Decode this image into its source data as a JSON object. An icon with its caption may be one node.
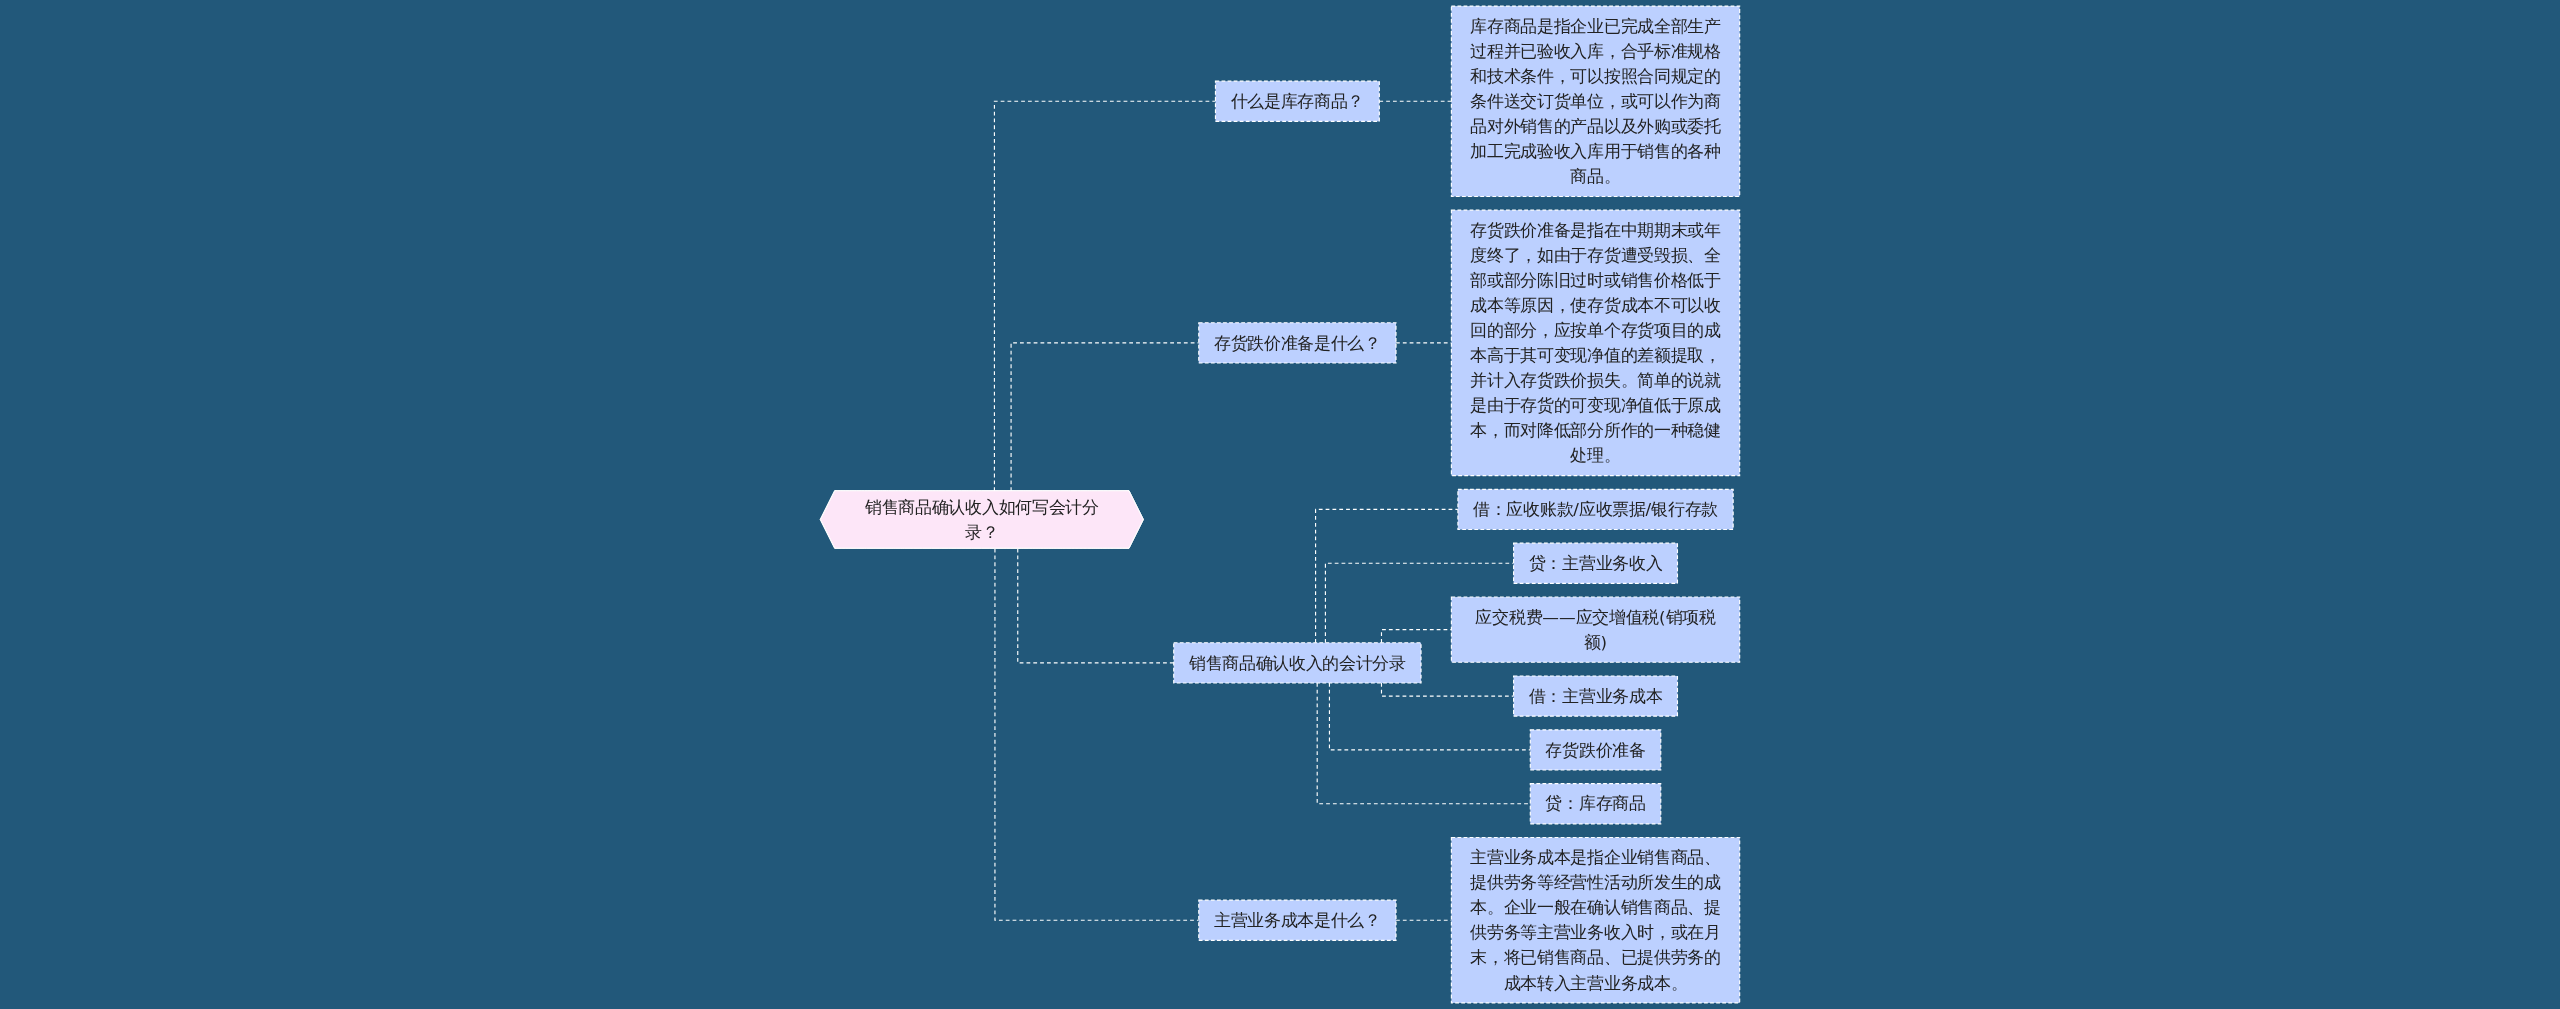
{
  "diagram": {
    "nodes": [
      {
        "text": [
          "销售商品确认收入如何写会计分录？"
        ]
      },
      {
        "text": [
          "什么是库存商品？"
        ]
      },
      {
        "text": [
          "库存商品是指企业已完成全部生产过程并已验收入库，合乎标准规格和技术条件，可以按照合同规定的条件送交订货单位，或可以作为商品对外销售的产品以及外购或委托加工完成验收入库用于销售的各种商品。"
        ]
      },
      {
        "text": [
          "存货跌价准备是什么？"
        ]
      },
      {
        "text": [
          "存货跌价准备是指在中期期末或年度终了，如由于存货遭受毁损、全部或部分陈旧过时或销售价格低于成本等原因，使存货成本不可以收回的部分，应按单个存货项目的成本高于其可变现净值的差额提取，并计入存货跌价损失。简单的说就是由于存货的可变现净值低于原成本，而对降低部分所作的一种稳健处理。"
        ]
      },
      {
        "text": [
          "销售商品确认收入的会计分录"
        ]
      },
      {
        "text": [
          "借：应收账款/应收票据/银行存款"
        ]
      },
      {
        "text": [
          "贷：主营业务收入"
        ]
      },
      {
        "text": [
          "应交税费——应交增值税(销项税额)"
        ]
      },
      {
        "text": [
          "借：主营业务成本"
        ]
      },
      {
        "text": [
          "存货跌价准备"
        ]
      },
      {
        "text": [
          "贷：库存商品"
        ]
      },
      {
        "text": [
          "主营业务成本是什么？"
        ]
      },
      {
        "text": [
          "主营业务成本是指企业销售商品、提供劳务等经营性活动所发生的成本。企业一般在确认销售商品、提供劳务等主营业务收入时，或在月末，将已销售商品、已提供劳务的成本转入主营业务成本。"
        ]
      }
    ],
    "edges": [
      {
        "from": 0,
        "to": 1,
        "arrow": "none",
        "style": "dashed"
      },
      {
        "from": 1,
        "to": 2,
        "arrow": "none",
        "style": "dashed"
      },
      {
        "from": 0,
        "to": 3,
        "arrow": "none",
        "style": "dashed"
      },
      {
        "from": 3,
        "to": 4,
        "arrow": "none",
        "style": "dashed"
      },
      {
        "from": 0,
        "to": 5,
        "arrow": "none",
        "style": "dashed"
      },
      {
        "from": 5,
        "to": 6,
        "arrow": "none",
        "style": "dashed"
      },
      {
        "from": 5,
        "to": 7,
        "arrow": "none",
        "style": "dashed"
      },
      {
        "from": 5,
        "to": 8,
        "arrow": "none",
        "style": "dashed"
      },
      {
        "from": 5,
        "to": 9,
        "arrow": "none",
        "style": "dashed"
      },
      {
        "from": 5,
        "to": 10,
        "arrow": "none",
        "style": "dashed"
      },
      {
        "from": 5,
        "to": 11,
        "arrow": "none",
        "style": "dashed"
      },
      {
        "from": 0,
        "to": 12,
        "arrow": "none",
        "style": "dashed"
      },
      {
        "from": 12,
        "to": 13,
        "arrow": "none",
        "style": "dashed"
      }
    ]
  }
}
